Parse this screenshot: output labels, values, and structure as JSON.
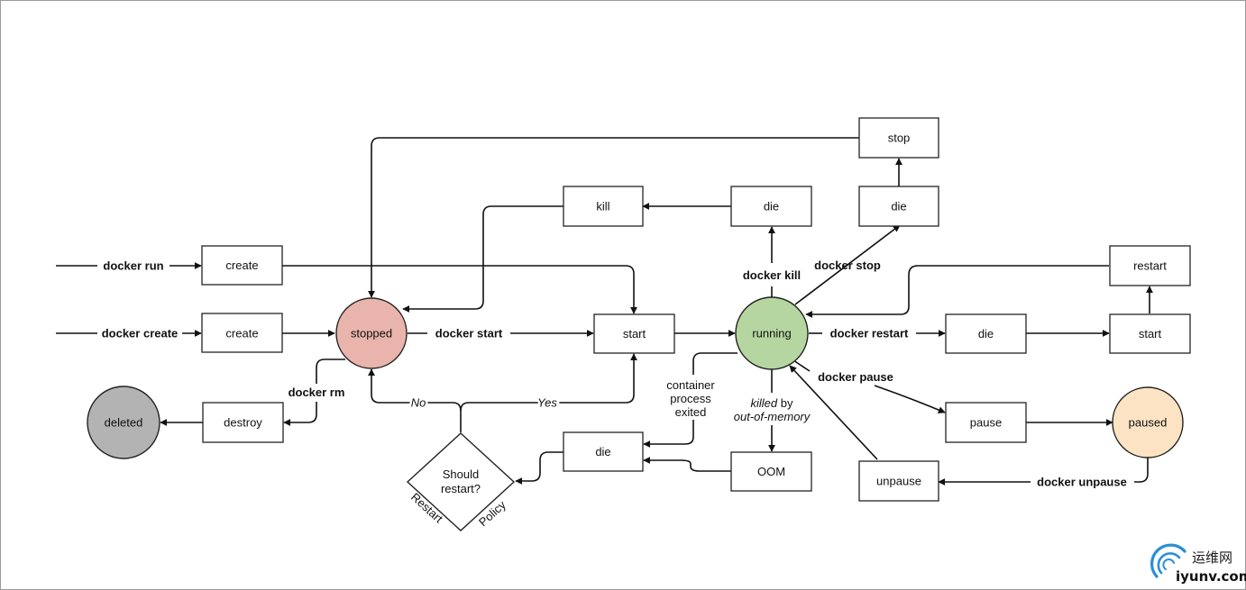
{
  "states": {
    "stopped": "stopped",
    "running": "running",
    "paused": "paused",
    "deleted": "deleted"
  },
  "boxes": {
    "create_run": "create",
    "create_create": "create",
    "destroy": "destroy",
    "kill": "kill",
    "die_kill": "die",
    "die_stop": "die",
    "stop": "stop",
    "start_main": "start",
    "restart": "restart",
    "die_restart": "die",
    "start_restart": "start",
    "pause": "pause",
    "unpause": "unpause",
    "die_exit": "die",
    "oom": "OOM"
  },
  "decision": {
    "line1": "Should",
    "line2": "restart?",
    "side_left": "Restart",
    "side_right": "Policy"
  },
  "labels": {
    "docker_run": "docker run",
    "docker_create": "docker create",
    "docker_start": "docker start",
    "docker_rm": "docker rm",
    "docker_kill": "docker kill",
    "docker_stop": "docker stop",
    "docker_restart": "docker restart",
    "docker_pause": "docker pause",
    "docker_unpause": "docker unpause",
    "no": "No",
    "yes": "Yes",
    "exited_1": "container",
    "exited_2": "process",
    "exited_3": "exited",
    "killed_1": "killed",
    "killed_1b": " by",
    "killed_2": "out-of-memory"
  },
  "colors": {
    "stopped": "#e8b4ab",
    "running": "#b5d6a0",
    "paused": "#fbe3c4",
    "deleted": "#b3b3b3",
    "watermark_blue": "#2a8fd6"
  },
  "watermark": {
    "cn": "运维网",
    "en": "iyunv.com"
  }
}
